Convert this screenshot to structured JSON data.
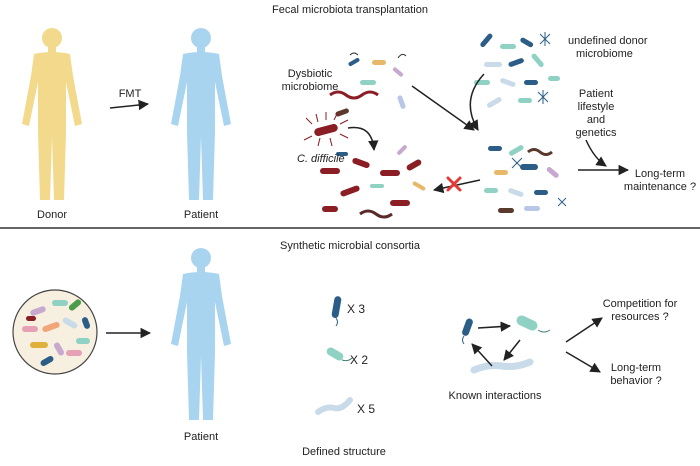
{
  "top": {
    "title": "Fecal microbiota transplantation",
    "donor": "Donor",
    "patient": "Patient",
    "fmt": "FMT",
    "dysbiotic": [
      "Dysbiotic",
      "microbiome"
    ],
    "cdiff": "C. difficile",
    "undefined_donor": [
      "undefined donor",
      "microbiome"
    ],
    "lifestyle": [
      "Patient",
      "lifestyle",
      "and",
      "genetics"
    ],
    "longterm": [
      "Long-term",
      "maintenance ?"
    ]
  },
  "bottom": {
    "title": "Synthetic microbial consortia",
    "patient": "Patient",
    "x3": "X 3",
    "x2": "X 2",
    "x5": "X 5",
    "defined": "Defined structure",
    "known": "Known interactions",
    "competition": [
      "Competition for",
      "resources ?"
    ],
    "longterm_behavior": [
      "Long-term",
      "behavior ?"
    ]
  },
  "colors": {
    "donor_body": "#f3d98b",
    "patient_body": "#a9d4ef",
    "divider": "#333333",
    "red_x": "#e53935",
    "bacteria_dark_blue": "#2c5d86",
    "bacteria_teal": "#8fd1c3",
    "bacteria_light_blue": "#c9dbe8",
    "bacteria_red": "#8b1e24"
  }
}
